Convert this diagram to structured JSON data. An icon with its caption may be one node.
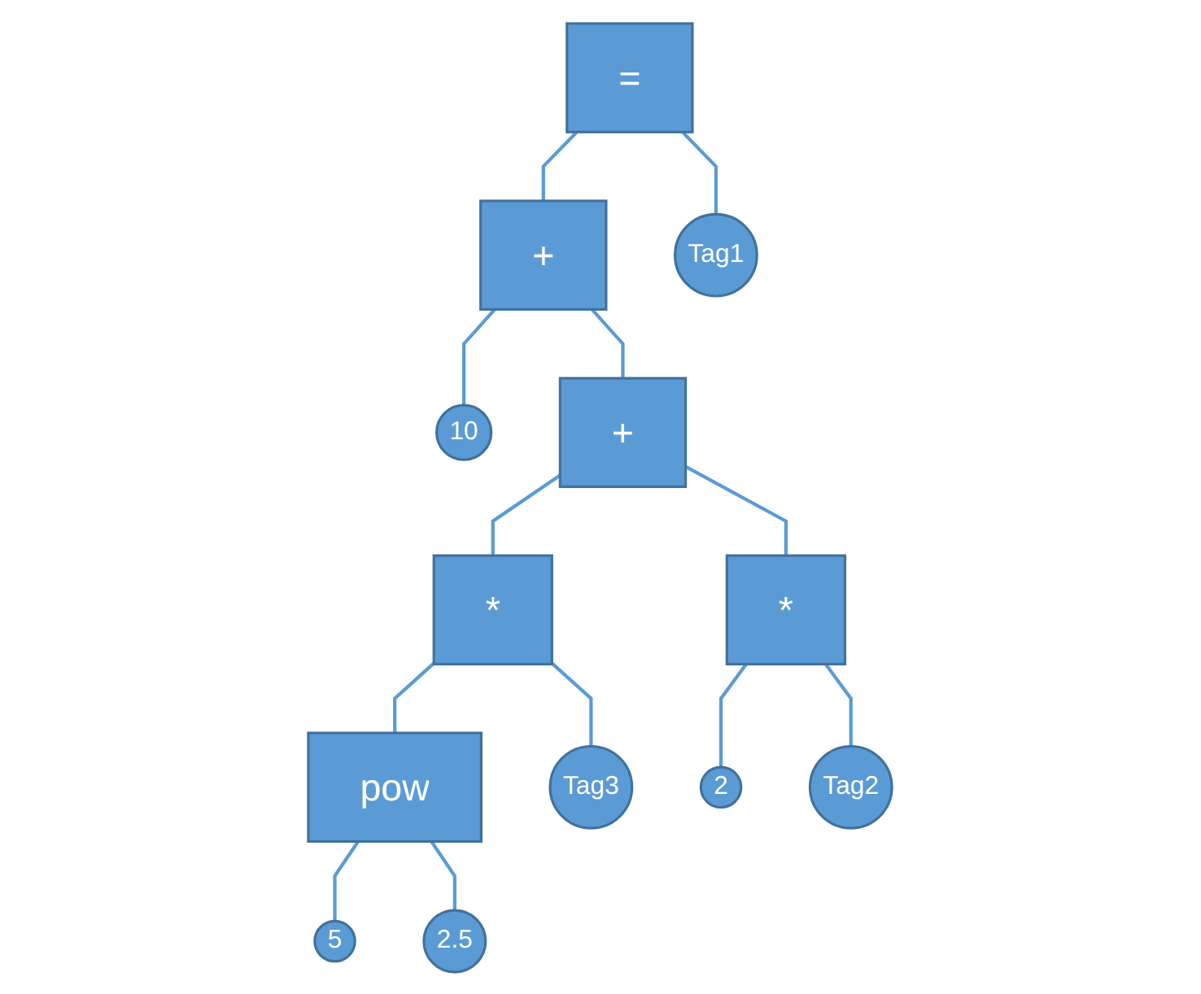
{
  "diagram": {
    "nodes": [
      {
        "text": [
          "="
        ]
      },
      {
        "text": [
          "+"
        ]
      },
      {
        "text": [
          "Tag1"
        ]
      },
      {
        "text": [
          "10"
        ]
      },
      {
        "text": [
          "+"
        ]
      },
      {
        "text": [
          "*"
        ]
      },
      {
        "text": [
          "*"
        ]
      },
      {
        "text": [
          "pow"
        ]
      },
      {
        "text": [
          "Tag3"
        ]
      },
      {
        "text": [
          "2"
        ]
      },
      {
        "text": [
          "Tag2"
        ]
      },
      {
        "text": [
          "5"
        ]
      },
      {
        "text": [
          "2.5"
        ]
      }
    ],
    "edges": [
      {
        "from": 0,
        "to": 2,
        "arrow": "none"
      },
      {
        "from": 0,
        "to": 1,
        "arrow": "none"
      },
      {
        "from": 1,
        "to": 4,
        "arrow": "none"
      },
      {
        "from": 1,
        "to": 3,
        "arrow": "none"
      },
      {
        "from": 4,
        "to": 6,
        "arrow": "none"
      },
      {
        "from": 4,
        "to": 5,
        "arrow": "none"
      },
      {
        "from": 5,
        "to": 7,
        "arrow": "none"
      },
      {
        "from": 5,
        "to": 8,
        "arrow": "none"
      },
      {
        "from": 6,
        "to": 9,
        "arrow": "none"
      },
      {
        "from": 6,
        "to": 10,
        "arrow": "none"
      },
      {
        "from": 7,
        "to": 11,
        "arrow": "none"
      },
      {
        "from": 7,
        "to": 12,
        "arrow": "none"
      }
    ]
  }
}
